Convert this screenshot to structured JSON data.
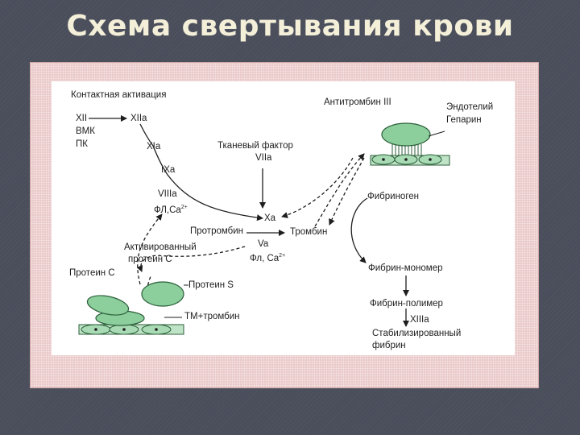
{
  "slide": {
    "title": "Схема свертывания крови"
  },
  "diagram": {
    "contact_activation": "Контактная активация",
    "xii": "XII",
    "xiia": "XIIa",
    "vmk": "ВМК",
    "pk": "ПК",
    "xia": "XIa",
    "ixa": "IXa",
    "viiia": "VIIIa",
    "fl_ca_1": "ФЛ,Ca",
    "sup_1": "2+",
    "tissue_factor": "Тканевый фактор",
    "viia": "VIIa",
    "xa": "Xa",
    "prothrombin": "Протромбин",
    "thrombin": "Тромбин",
    "va": "Va",
    "fl_ca_2": "Фл, Ca",
    "sup_2": "2+",
    "activated_protein_c_1": "Активированный",
    "activated_protein_c_2": "протеин С",
    "protein_c": "Протеин С",
    "protein_s": "Протеин S",
    "tm_thrombin": "ТМ+тромбин",
    "antithrombin": "Антитромбин  III",
    "endothelium": "Эндотелий",
    "heparin": "Гепарин",
    "fibrinogen": "Фибриноген",
    "fibrin_monomer": "Фибрин-мономер",
    "fibrin_polymer": "Фибрин-полимер",
    "xiiia": "XIIIa",
    "stabilized_1": "Стабилизированный",
    "stabilized_2": "фибрин"
  },
  "colors": {
    "green_fill": "#8ccf9c",
    "green_stroke": "#2c5f3a",
    "frame_pink": "#e9c6c6",
    "background": "#4a4e5b",
    "title": "#f4efd8"
  }
}
